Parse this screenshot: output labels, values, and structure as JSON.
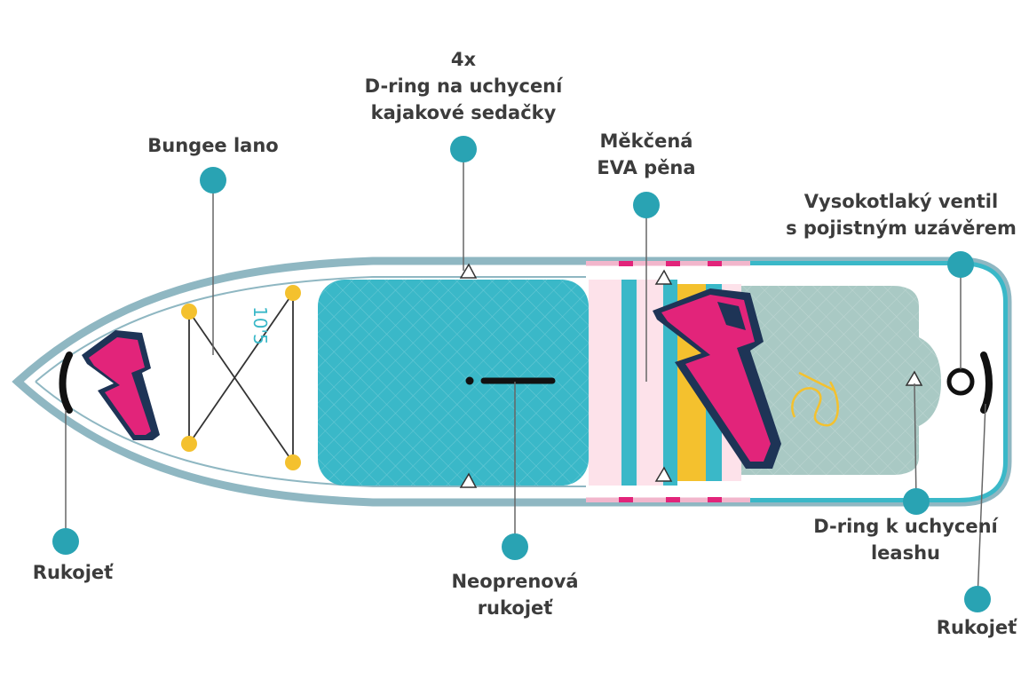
{
  "colors": {
    "marker": "#29a3b3",
    "leader": "#666666",
    "deck_blue": "#3ab8c8",
    "tail_grey": "#a9c9c4",
    "rail_blue": "#8fb7c2",
    "pink": "#e2247a",
    "navy": "#1e3456",
    "yellow": "#f4c12e",
    "text": "#3c3c3c"
  },
  "board": {
    "size_mark": "10'5",
    "brand_logo": "f2-logo-icon"
  },
  "callouts": [
    {
      "id": "dring-seat",
      "lines": [
        "4x",
        "D-ring na uchycení",
        "kajakové sedačky"
      ]
    },
    {
      "id": "bungee",
      "lines": [
        "Bungee lano"
      ]
    },
    {
      "id": "eva",
      "lines": [
        "Měkčená",
        "EVA pěna"
      ]
    },
    {
      "id": "valve",
      "lines": [
        "Vysokotlaký ventil",
        "s pojistným uzávěrem"
      ]
    },
    {
      "id": "handle-nose",
      "lines": [
        "Rukojeť"
      ]
    },
    {
      "id": "neoprene",
      "lines": [
        "Neoprenová",
        "rukojeť"
      ]
    },
    {
      "id": "dring-leash",
      "lines": [
        "D-ring k uchycení",
        "leashu"
      ]
    },
    {
      "id": "handle-tail",
      "lines": [
        "Rukojeť"
      ]
    }
  ]
}
